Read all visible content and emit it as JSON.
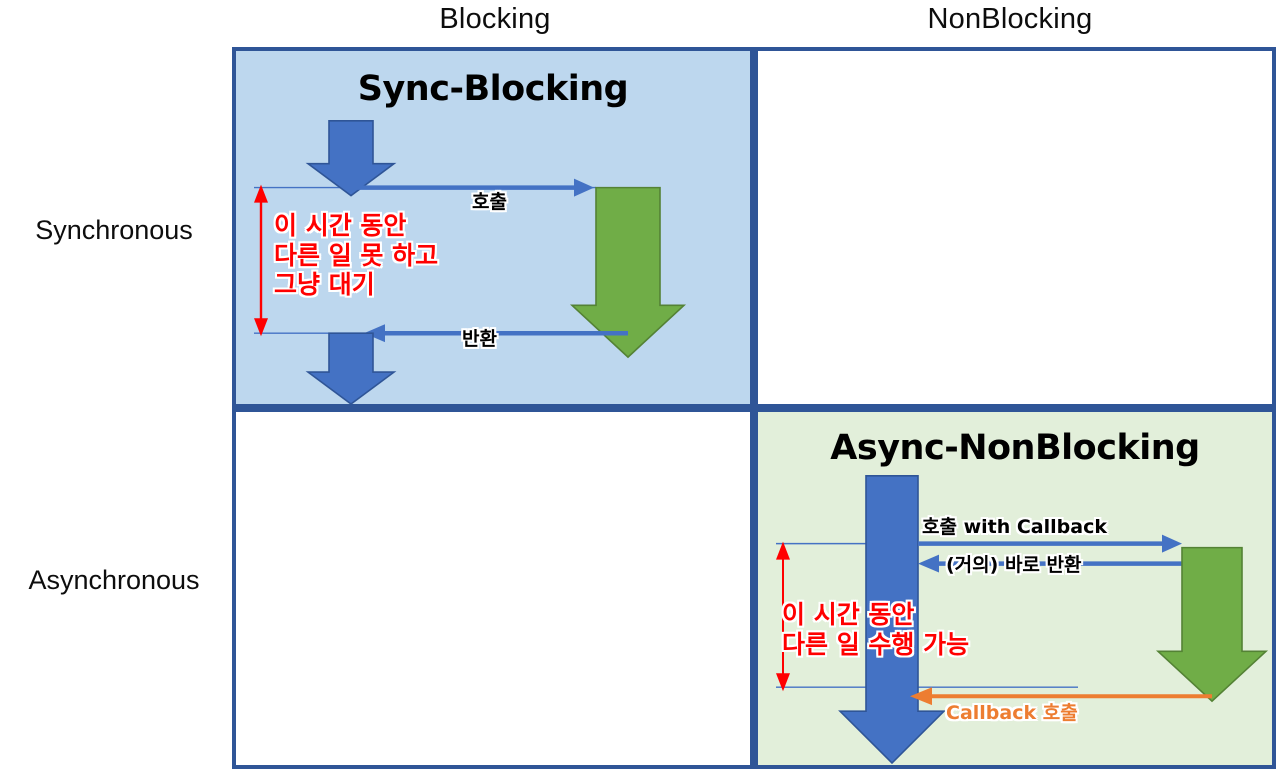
{
  "matrix": {
    "column_headers": [
      {
        "key": "blocking",
        "label": "Blocking"
      },
      {
        "key": "nonblocking",
        "label": "NonBlocking"
      }
    ],
    "row_headers": [
      {
        "key": "synchronous",
        "label": "Synchronous"
      },
      {
        "key": "asynchronous",
        "label": "Asynchronous"
      }
    ],
    "cells": {
      "sync_blocking": {
        "title": "Sync-Blocking",
        "filled": true,
        "background": "#BDD7EE",
        "labels": {
          "call": "호출",
          "return": "반환",
          "wait_line1": "이 시간 동안",
          "wait_line2": "다른 일 못 하고",
          "wait_line3": "그냥 대기"
        }
      },
      "sync_nonblocking": {
        "title": "",
        "filled": false,
        "background": "#FFFFFF"
      },
      "async_blocking": {
        "title": "",
        "filled": false,
        "background": "#FFFFFF"
      },
      "async_nonblocking": {
        "title": "Async-NonBlocking",
        "filled": true,
        "background": "#E2EFDA",
        "labels": {
          "call": "호출 with Callback",
          "return": "(거의) 바로 반환",
          "wait_line1": "이 시간 동안",
          "wait_line2": "다른 일 수행 가능",
          "callback": "Callback 호출"
        }
      }
    }
  },
  "colors": {
    "grid_border": "#2F5597",
    "caller_arrow": "#4472C4",
    "callee_arrow": "#70AD47",
    "callee_arrow_outline": "#548235",
    "duration_arrow": "#FF0000",
    "callback_arrow": "#ED7D31",
    "timeline_line": "#4472C4",
    "sync_fill": "#BDD7EE",
    "async_fill": "#E2EFDA",
    "text": "#000000"
  }
}
